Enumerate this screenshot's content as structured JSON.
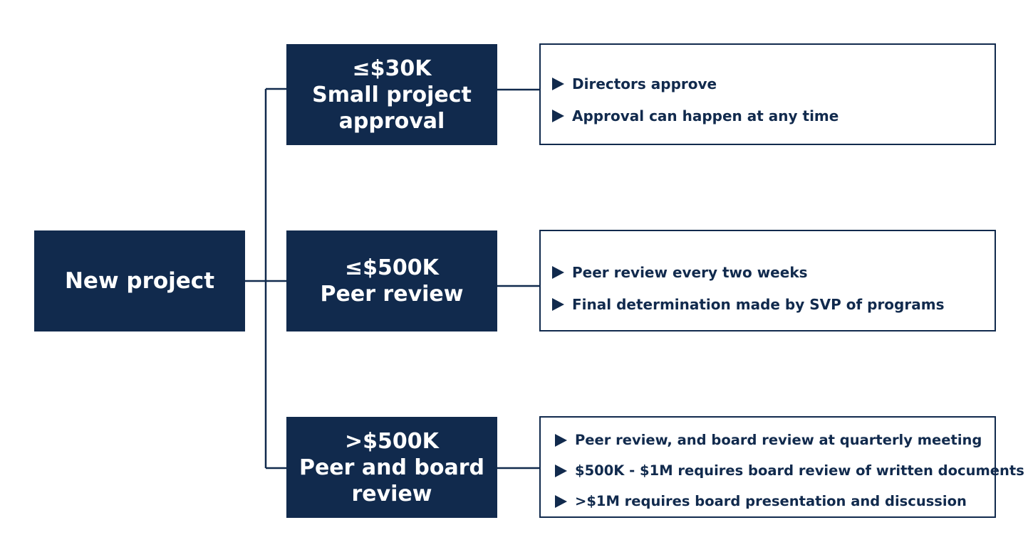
{
  "root": {
    "label": "New project"
  },
  "tiers": [
    {
      "threshold": "≤$30K",
      "name_lines": [
        "Small project",
        "approval"
      ],
      "details": [
        "Directors approve",
        "Approval can happen at any time"
      ]
    },
    {
      "threshold": "≤$500K",
      "name_lines": [
        "Peer review"
      ],
      "details": [
        "Peer review every two weeks",
        "Final determination made by SVP of programs"
      ]
    },
    {
      "threshold": ">$500K",
      "name_lines": [
        "Peer and board",
        "review"
      ],
      "details": [
        "Peer review, and board review at quarterly meeting",
        "$500K - $1M requires board review of written documents",
        ">$1M requires board presentation and discussion"
      ]
    }
  ],
  "colors": {
    "box_fill": "#112a4d",
    "box_text": "#ffffff",
    "outline": "#112a4d"
  },
  "icons": {
    "bullet": "triangle-right-icon"
  }
}
